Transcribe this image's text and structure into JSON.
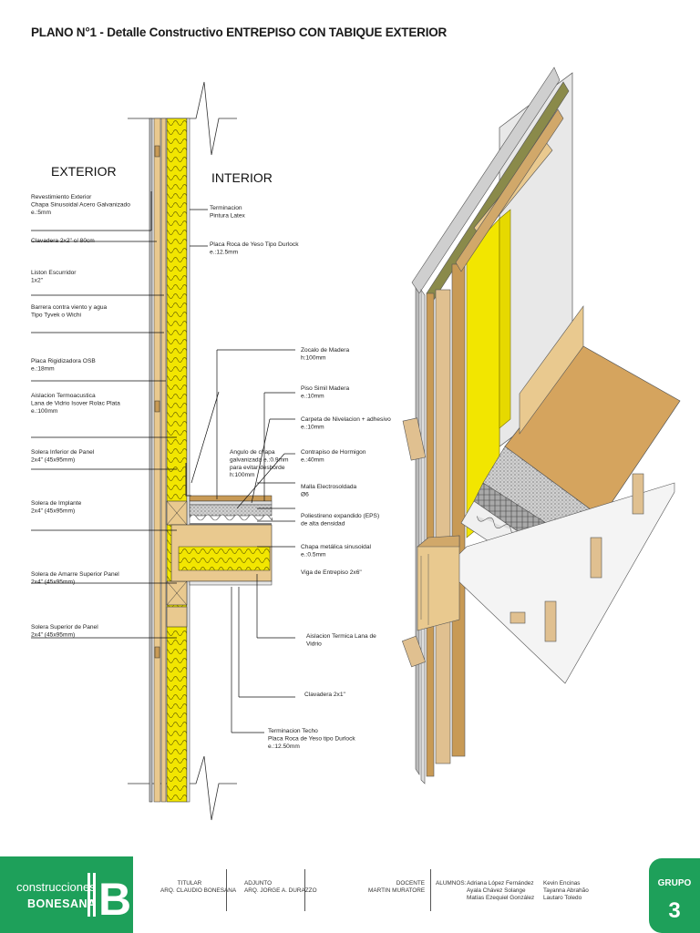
{
  "title": "PLANO N°1 -  Detalle Constructivo ENTREPISO CON TABIQUE EXTERIOR",
  "sides": {
    "exterior": "EXTERIOR",
    "interior": "INTERIOR"
  },
  "left_labels": [
    {
      "id": "revestimiento",
      "lines": [
        "Revestimiento Exterior",
        "Chapa Sinusoidal Acero Galvanizado",
        "e.:5mm"
      ]
    },
    {
      "id": "clavadera",
      "lines": [
        "Clavadera 2x2\" c/ 80cm"
      ]
    },
    {
      "id": "liston",
      "lines": [
        "Liston Escurridor",
        "1x2\""
      ]
    },
    {
      "id": "barrera",
      "lines": [
        "Barrera contra viento y agua",
        "Tipo Tyvek o Wichi"
      ]
    },
    {
      "id": "osb",
      "lines": [
        "Placa Rigidizadora OSB",
        "e.:18mm"
      ]
    },
    {
      "id": "aislacion",
      "lines": [
        "Aislacion Termoacustica",
        "Lana de Vidrio Isover Rolac Plata",
        "e.:100mm"
      ]
    },
    {
      "id": "solera-inferior",
      "lines": [
        "Solera Inferior de Panel",
        "2x4\" (45x95mm)"
      ]
    },
    {
      "id": "solera-implante",
      "lines": [
        "Solera de Implante",
        "2x4\" (45x95mm)"
      ]
    },
    {
      "id": "solera-amarre",
      "lines": [
        "Solera de Amarre Superior Panel",
        "2x4\" (45x95mm)"
      ]
    },
    {
      "id": "solera-superior",
      "lines": [
        "Solera Superior de Panel",
        "2x4\" (45x95mm)"
      ]
    }
  ],
  "right_labels": [
    {
      "id": "terminacion",
      "lines": [
        "Terminacion",
        "Pintura Latex"
      ]
    },
    {
      "id": "placa-yeso",
      "lines": [
        "Placa Roca de Yeso Tipo Durlock",
        "e.:12.5mm"
      ]
    },
    {
      "id": "zocalo",
      "lines": [
        "Zocalo de Madera",
        "h:100mm"
      ]
    },
    {
      "id": "piso",
      "lines": [
        "Piso Simil Madera",
        "e.:10mm"
      ]
    },
    {
      "id": "carpeta",
      "lines": [
        "Carpeta de Nivelacion + adhesivo",
        "e.:10mm"
      ]
    },
    {
      "id": "contrapiso",
      "lines": [
        "Contrapiso de Hormigon",
        "e.:40mm"
      ]
    },
    {
      "id": "malla",
      "lines": [
        "Malla Electrosoldada",
        "Ø6"
      ]
    },
    {
      "id": "eps",
      "lines": [
        "Poliestireno expandido (EPS)",
        "de alta densidad"
      ]
    },
    {
      "id": "chapa",
      "lines": [
        "Chapa metálica sinusoidal",
        "e.:0.5mm"
      ]
    },
    {
      "id": "viga",
      "lines": [
        "Viga de Entrepiso 2x6\""
      ]
    },
    {
      "id": "aislacion-lana",
      "lines": [
        "Aislacion Termica Lana de",
        "Vidrio"
      ]
    },
    {
      "id": "clavadera-2x1",
      "lines": [
        "Clavadera 2x1\""
      ]
    },
    {
      "id": "terminacion-techo",
      "lines": [
        "Terminacion Techo",
        "Placa Roca de Yeso tipo Durlock",
        "e.:12.50mm"
      ]
    }
  ],
  "angulo_label": [
    "Angulo de chapa",
    "galvanizada e.:0.9mm",
    "para evitar desborde",
    "h:100mm"
  ],
  "footer": {
    "brand_line1": "construcciones",
    "brand_line2": "BONESANA",
    "brand_logo": "B",
    "titular_head": "TITULAR",
    "titular_name": "ARQ. CLAUDIO BONESANA",
    "adjunto_head": "ADJUNTO",
    "adjunto_name": "ARQ. JORGE A. DURAZZO",
    "docente_head": "DOCENTE",
    "docente_name": "MARTIN MURATORE",
    "alumnos_head": "ALUMNOS:",
    "alumnos_col1": [
      "Adriana López Fernández",
      "Ayala Chávez Solange",
      "Matías Ezequiel González"
    ],
    "alumnos_col2": [
      "Kevin Encinas",
      "Tayanna Abrahão",
      "Lautaro Toledo"
    ],
    "grupo_label": "GRUPO",
    "grupo_number": "3"
  },
  "colors": {
    "insulation": "#f2e600",
    "wood": "#e9c98f",
    "timber": "#c89a55",
    "brand_green": "#1ea05a",
    "panel_gray": "#d9d9d9"
  }
}
